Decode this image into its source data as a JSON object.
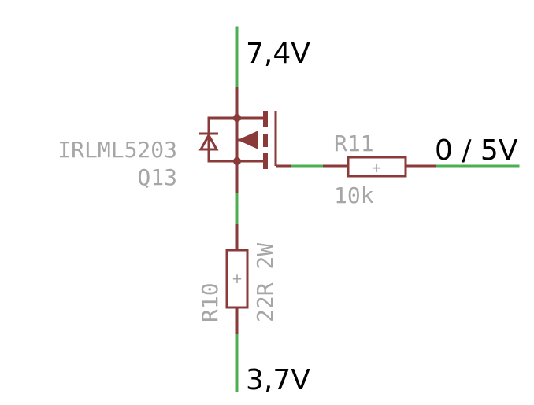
{
  "colors": {
    "wire": "#4caf50",
    "symbol": "#8b3a3a",
    "part_text": "#a6a6a6",
    "net_text": "#000000",
    "background": "#ffffff"
  },
  "nets": {
    "top": "7,4V",
    "bottom": "3,7V",
    "output": "0 / 5V"
  },
  "parts": {
    "q13": {
      "type": "IRLML5203",
      "ref": "Q13"
    },
    "r11": {
      "ref": "R11",
      "value": "10k"
    },
    "r10": {
      "ref": "R10",
      "value": "22R 2W"
    }
  },
  "icons": {
    "resistor_center": "+"
  }
}
